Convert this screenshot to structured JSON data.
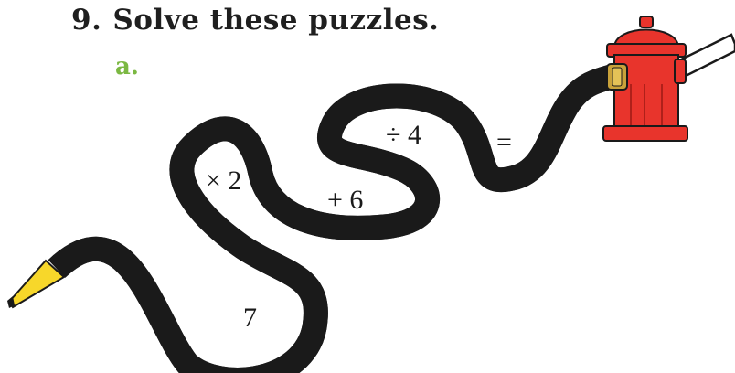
{
  "question": {
    "number": "9.",
    "prompt": "Solve these puzzles."
  },
  "part": {
    "label": "a."
  },
  "puzzle": {
    "start_value": "7",
    "steps": [
      "× 2",
      "+ 6",
      "÷ 4"
    ],
    "equals": "=",
    "answer": ""
  },
  "colors": {
    "heading_text": "#1f1f1f",
    "part_label": "#7bb842",
    "hose_fill": "#f4f1ec",
    "nozzle": "#f7d72a",
    "hydrant": "#e8342c",
    "coupling": "#c9a23a"
  },
  "icons": {
    "hose": "garden-hose-icon",
    "nozzle": "hose-nozzle-icon",
    "hydrant": "fire-hydrant-icon"
  }
}
